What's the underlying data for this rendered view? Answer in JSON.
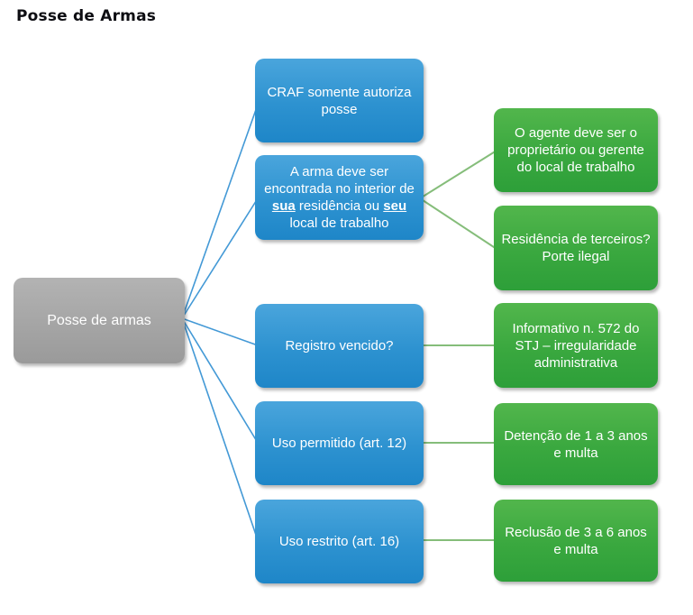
{
  "title": "Posse de Armas",
  "root": {
    "label": "Posse de armas"
  },
  "branches": [
    {
      "label": "CRAF somente autoriza posse"
    },
    {
      "parts": [
        {
          "text": "A arma deve ser encontrada no interior de "
        },
        {
          "text": "sua",
          "emph": true
        },
        {
          "text": " residência ou "
        },
        {
          "text": "seu",
          "emph": true
        },
        {
          "text": " local de trabalho"
        }
      ]
    },
    {
      "label": "Registro vencido?"
    },
    {
      "label": "Uso permitido (art. 12)"
    },
    {
      "label": "Uso restrito (art. 16)"
    }
  ],
  "leaves": [
    {
      "label": "O agente deve ser o proprietário ou gerente do local de trabalho"
    },
    {
      "label": "Residência de terceiros? Porte ilegal"
    },
    {
      "label": "Informativo n. 572 do STJ – irregularidade administrativa"
    },
    {
      "label": "Detenção de 1 a 3 anos e multa"
    },
    {
      "label": "Reclusão de 3 a 6 anos e multa"
    }
  ],
  "colors": {
    "blue_box_top": "#4aa5dc",
    "blue_box_bottom": "#1e86c8",
    "green_box_top": "#52b64c",
    "green_box_bottom": "#2d9f39",
    "gray_box_top": "#b3b3b3",
    "gray_box_bottom": "#9a9a9a",
    "blue_connector": "#4399d6",
    "green_connector": "#85bd7a",
    "text": "#ffffff",
    "title_text": "#0d0d12"
  }
}
